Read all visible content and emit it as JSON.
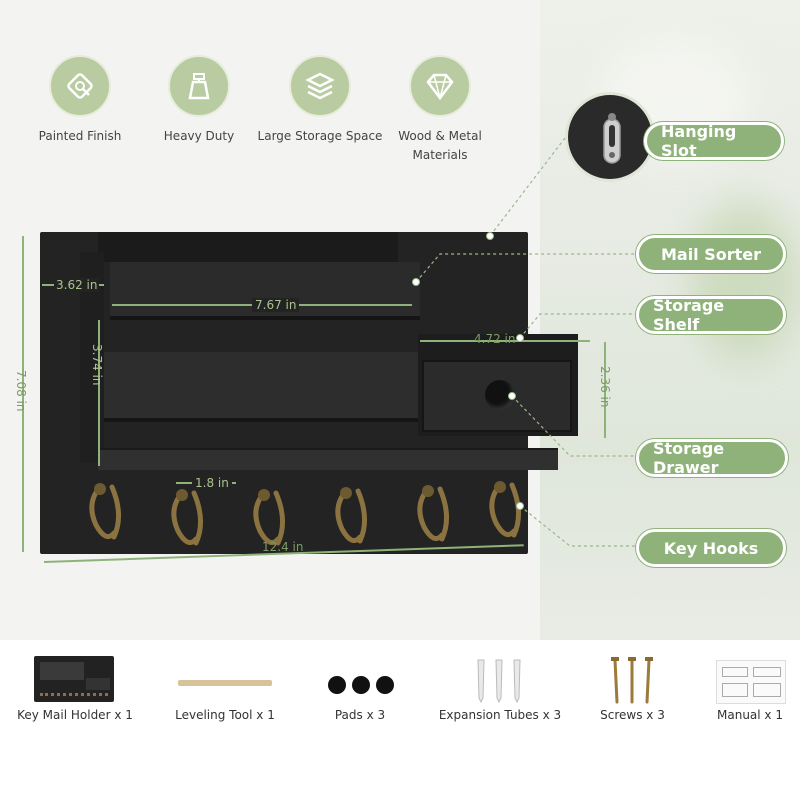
{
  "features": [
    {
      "label": "Painted Finish",
      "icon": "painted-finish-icon"
    },
    {
      "label": "Heavy Duty",
      "icon": "weight-icon"
    },
    {
      "label": "Large Storage Space",
      "icon": "stack-icon"
    },
    {
      "label": "Wood & Metal Materials",
      "icon": "diamond-icon"
    }
  ],
  "callouts": {
    "hanging_slot": "Hanging Slot",
    "mail_sorter": "Mail Sorter",
    "storage_shelf": "Storage Shelf",
    "storage_drawer": "Storage Drawer",
    "key_hooks": "Key Hooks"
  },
  "dimensions": {
    "depth": "3.62 in",
    "sorter_width": "7.67 in",
    "sorter_height": "3.74 in",
    "total_height": "7.08 in",
    "shelf_width": "4.72 in",
    "drawer_height": "2.36 in",
    "hook_spacing": "1.8 in",
    "total_width": "12.4 in"
  },
  "package": [
    {
      "label": "Key Mail Holder x 1",
      "icon": "key-mail-holder-icon"
    },
    {
      "label": "Leveling Tool x 1",
      "icon": "leveling-tool-icon"
    },
    {
      "label": "Pads x 3",
      "icon": "pads-icon"
    },
    {
      "label": "Expansion Tubes x 3",
      "icon": "expansion-tube-icon"
    },
    {
      "label": "Screws x 3",
      "icon": "screw-icon"
    },
    {
      "label": "Manual x 1",
      "icon": "manual-icon"
    }
  ],
  "colors": {
    "accent": "#8fb27a",
    "product": "#232323",
    "brass": "#8a7340"
  }
}
